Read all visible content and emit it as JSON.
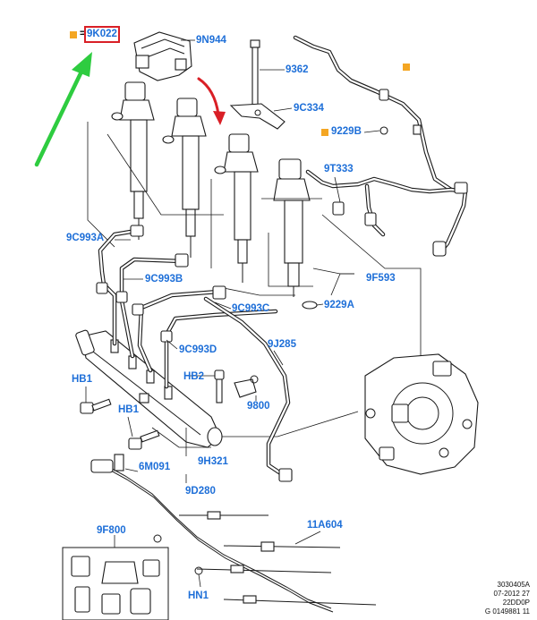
{
  "accent_color": "#1e6fd8",
  "highlight_color": "#d91f26",
  "arrow_color": "#2ecc40",
  "marker_color": "#f4a623",
  "marker_prefix": "=",
  "labels": {
    "k9022": "9K022",
    "n9944": "9N944",
    "p9362": "9362",
    "c9334": "9C334",
    "b9229": "9229B",
    "t9333": "9T333",
    "c993a": "9C993A",
    "c993b": "9C993B",
    "c993c": "9C993C",
    "c993d": "9C993D",
    "f9593": "9F593",
    "a9229": "9229A",
    "j9285": "9J285",
    "hb1a": "HB1",
    "hb2": "HB2",
    "p9800": "9800",
    "hb1b": "HB1",
    "h9321": "9H321",
    "m6091": "6M091",
    "d9280": "9D280",
    "f9800": "9F800",
    "a11604": "11A604",
    "hn1": "HN1"
  },
  "footer": {
    "line1": "3030405A",
    "line2": "07-2012 27",
    "line3": "22DD0P",
    "line4": "G 0149881 11"
  }
}
